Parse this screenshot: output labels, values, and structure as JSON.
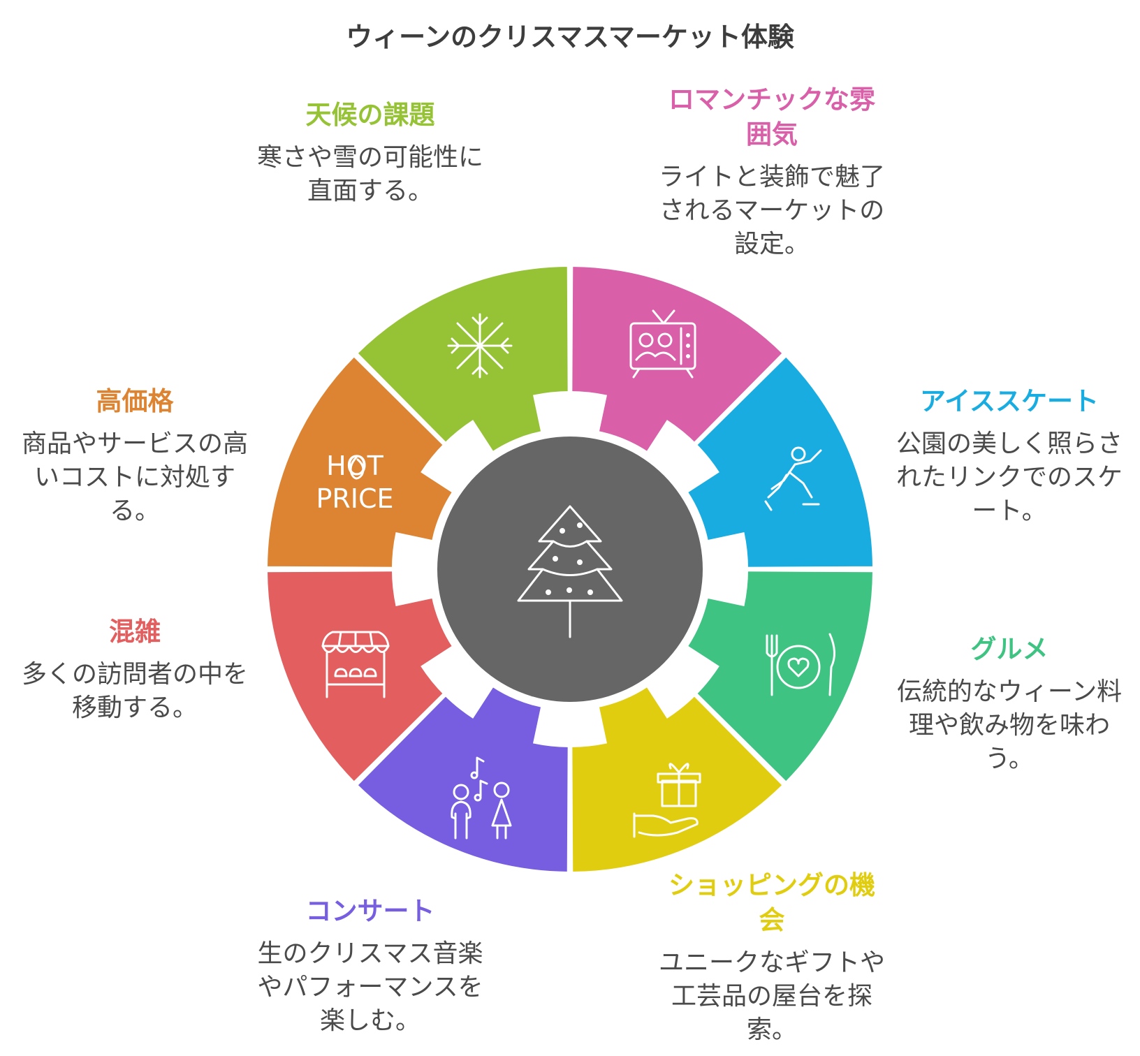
{
  "title": "ウィーンのクリスマスマーケット体験",
  "center": {
    "icon": "christmas-tree-icon",
    "color": "#666666"
  },
  "segments": [
    {
      "key": "romantic",
      "icon": "tv-couple-icon",
      "color": "#d85fa8",
      "heading": "ロマンチックな雰囲気",
      "desc": "ライトと装飾で魅了されるマーケットの設定。"
    },
    {
      "key": "skate",
      "icon": "ice-skater-icon",
      "color": "#19ace0",
      "heading": "アイススケート",
      "desc": "公園の美しく照らされたリンクでのスケート。"
    },
    {
      "key": "gourmet",
      "icon": "plate-fork-knife-icon",
      "color": "#3ec383",
      "heading": "グルメ",
      "desc": "伝統的なウィーン料理や飲み物を味わう。"
    },
    {
      "key": "shopping",
      "icon": "gift-hand-icon",
      "color": "#e1cd10",
      "heading": "ショッピングの機会",
      "desc": "ユニークなギフトや工芸品の屋台を探索。"
    },
    {
      "key": "concert",
      "icon": "singers-icon",
      "color": "#775ee0",
      "heading": "コンサート",
      "desc": "生のクリスマス音楽やパフォーマンスを楽しむ。"
    },
    {
      "key": "crowd",
      "icon": "market-stall-icon",
      "color": "#e35e5e",
      "heading": "混雑",
      "desc": "多くの訪問者の中を移動する。"
    },
    {
      "key": "price",
      "icon": "hot-price-icon",
      "color": "#dd8433",
      "heading": "高価格",
      "desc": "商品やサービスの高いコストに対処する。",
      "icon_text": [
        "HOT",
        "PRICE"
      ]
    },
    {
      "key": "weather",
      "icon": "snowflake-icon",
      "color": "#96c235",
      "heading": "天候の課題",
      "desc": "寒さや雪の可能性に直面する。"
    }
  ]
}
